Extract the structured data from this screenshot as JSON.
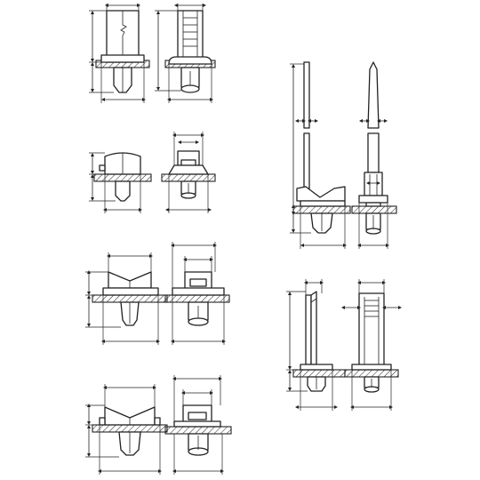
{
  "drawing": {
    "views": [
      "push-mount-tie-side-view",
      "push-mount-tie-front-view",
      "saddle-mount-small-side-view",
      "saddle-mount-small-front-view",
      "saddle-mount-medium-side-view",
      "saddle-mount-medium-front-view",
      "saddle-mount-large-side-view",
      "saddle-mount-large-front-view",
      "mount-with-strap-side-view",
      "mount-with-strap-front-view",
      "push-mount-post-side-view",
      "push-mount-post-front-view"
    ]
  },
  "colors": {
    "line": "#222222",
    "background": "#ffffff"
  }
}
